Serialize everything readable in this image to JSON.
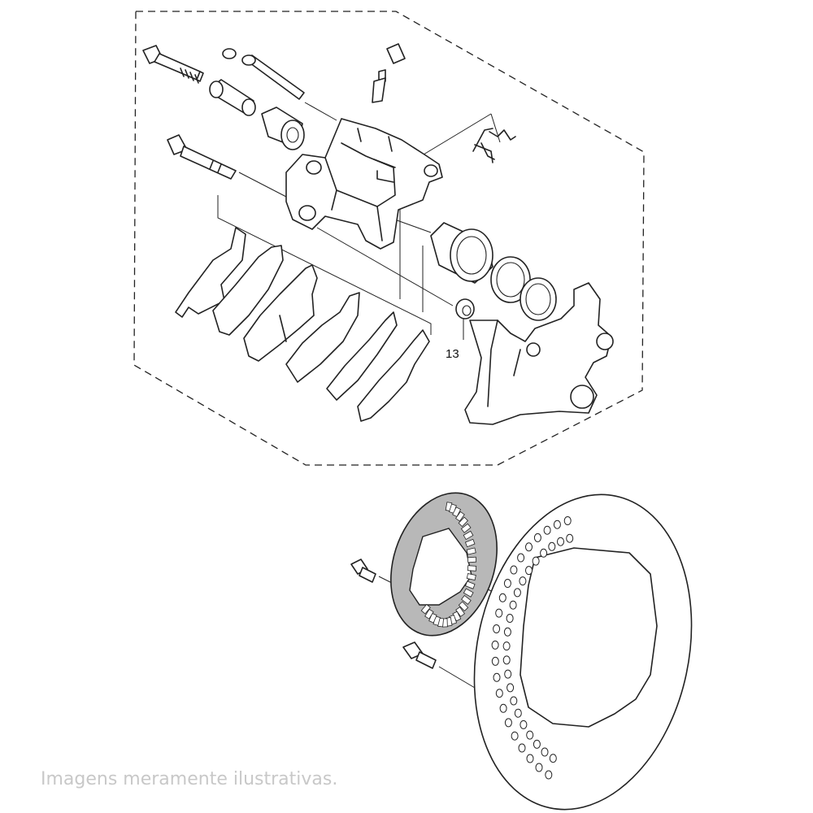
{
  "diagram": {
    "callouts": [
      {
        "id": "part-13",
        "label": "13"
      }
    ]
  },
  "caption": "Imagens meramente ilustrativas."
}
